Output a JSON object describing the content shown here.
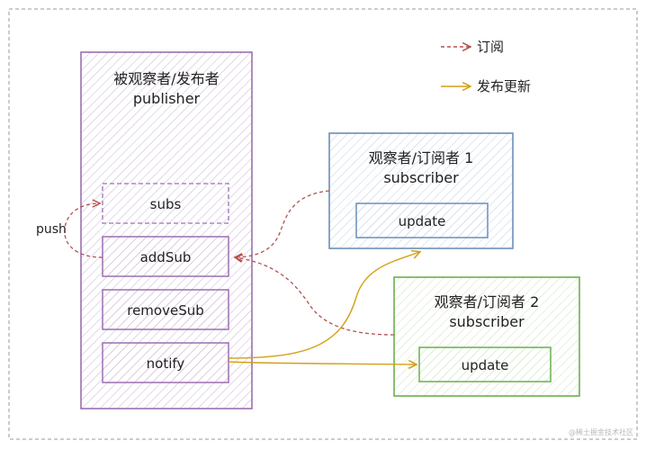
{
  "legend": {
    "subscribe_label": "订阅",
    "publish_label": "发布更新"
  },
  "publisher": {
    "title": "被观察者/发布者",
    "subtitle": "publisher",
    "items": {
      "subs": "subs",
      "addSub": "addSub",
      "removeSub": "removeSub",
      "notify": "notify"
    },
    "push_label": "push"
  },
  "subscriber1": {
    "title": "观察者/订阅者 1",
    "subtitle": "subscriber",
    "method": "update"
  },
  "subscriber2": {
    "title": "观察者/订阅者 2",
    "subtitle": "subscriber",
    "method": "update"
  },
  "watermark": "@稀土掘金技术社区",
  "colors": {
    "publisher": "#9b6fb0",
    "subscriber1": "#6b8fb8",
    "subscriber2": "#6ab04c",
    "subscribe_arrow": "#b5504f",
    "publish_arrow": "#d4a017",
    "frame": "#9a9a9a"
  }
}
